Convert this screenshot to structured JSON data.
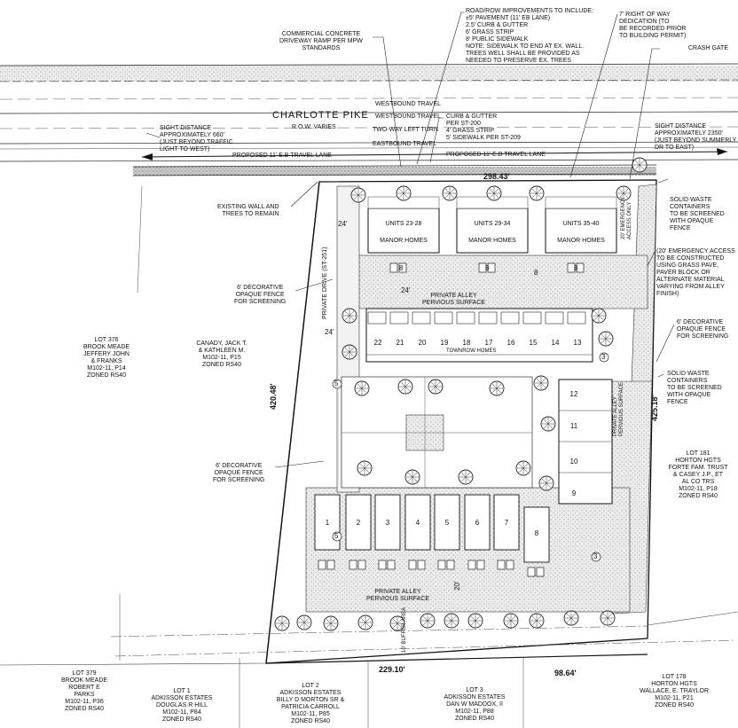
{
  "road": {
    "name": "CHARLOTTE PIKE",
    "row": "R.O.W. VARIES",
    "lanes": [
      "WESTBOUND TRAVEL",
      "WESTBOUND TRAVEL",
      "TWO-WAY LEFT TURN",
      "EASTBOUND TRAVEL"
    ],
    "proposed_lane_left": "PROPOSED 11' E.B TRAVEL LANE",
    "proposed_lane_right": "PROPOSED 11' E.B TRAVEL LANE"
  },
  "notes": {
    "driveway": [
      "COMMERCIAL CONCRETE",
      "DRIVEWAY RAMP PER MPW",
      "STANDARDS"
    ],
    "road_improvements": [
      "ROAD/ROW IMPROVEMENTS TO INCLUDE:",
      "±5' PAVEMENT (11' EB LANE)",
      "2.5' CURB & GUTTER",
      "6' GRASS STRIP",
      "8' PUBLIC SIDEWALK",
      "NOTE: SIDEWALK TO END AT EX. WALL.",
      "TREES WELL SHALL BE PROVIDED AS",
      "NEEDED TO PRESERVE EX. TREES"
    ],
    "row_dedication": [
      "7' RIGHT OF WAY",
      "DEDICATION (TO",
      "BE RECORDED PRIOR",
      "TO BUILDING PERMIT)"
    ],
    "crash_gate": "CRASH GATE",
    "curb": [
      "CURB & GUTTER",
      "PER ST-200",
      "4' GRASS STRIP",
      "5' SIDEWALK PER ST-209"
    ],
    "sight_left": [
      "SIGHT DISTANCE",
      "APPROXIMATELY 660'",
      "(JUST BEYOND TRAFFIC",
      "LIGHT TO WEST)"
    ],
    "sight_right": [
      "SIGHT DISTANCE",
      "APPROXIMATELY 2350'",
      "(JUST BEYOND SUMMERLY",
      "DR TO EAST)"
    ],
    "existing_wall": [
      "EXISTING WALL AND",
      "TREES TO REMAIN"
    ],
    "fence_left_top": [
      "6' DECORATIVE",
      "OPAQUE FENCE",
      "FOR SCREENING"
    ],
    "fence_left_bottom": [
      "6' DECORATIVE",
      "OPAQUE FENCE",
      "FOR SCREENING"
    ],
    "waste_top": [
      "SOLID WASTE",
      "CONTAINERS",
      "TO BE SCREENED",
      "WITH OPAQUE",
      "FENCE"
    ],
    "emergency_access": [
      "(20' EMERGENCY ACCESS",
      "TO BE CONSTRUCTED",
      "USING GRASS PAVE,",
      "PAVER BLOCK OR",
      "ALTERNATE MATERIAL",
      "VARYING FROM ALLEY",
      "FINISH)"
    ],
    "fence_right": [
      "6' DECORATIVE",
      "OPAQUE FENCE",
      "FOR SCREENING"
    ],
    "waste_bottom": [
      "SOLID WASTE",
      "CONTAINERS",
      "TO BE SCREENED",
      "WITH OPAQUE",
      "FENCE"
    ],
    "emergency_vertical": [
      "20' EMERGENCY",
      "ACCESS ONLY"
    ],
    "private_drive": "PRIVATE DRIVE (ST-251)",
    "alley_top": [
      "PRIVATE ALLEY",
      "PERVIOUS SURFACE"
    ],
    "alley_bottom": [
      "PRIVATE ALLEY",
      "PERVIOUS SURFACE"
    ],
    "alley_right": [
      "PRIVATE ALLEY",
      "PERVIOUS SURFACE"
    ],
    "buffer": "10' BUFFER AREA",
    "townrow": "TOWNROW HOMES"
  },
  "dimensions": {
    "top": "298.43'",
    "left": "420.48'",
    "right": "425.18'",
    "bottom_left": "229.10'",
    "bottom_right": "98.64'",
    "d24a": "24'",
    "d24b": "24'",
    "d24c": "24'",
    "d20": "20'",
    "d5a": "5",
    "d5b": "5",
    "d3": "3",
    "d3b": "3"
  },
  "manor_homes": [
    {
      "units": "UNITS 23-28",
      "type": "MANOR HOMES"
    },
    {
      "units": "UNITS 29-34",
      "type": "MANOR HOMES"
    },
    {
      "units": "UNITS 35-40",
      "type": "MANOR HOMES"
    }
  ],
  "townhomes_top": [
    "22",
    "21",
    "20",
    "19",
    "18",
    "17",
    "16",
    "15",
    "14",
    "13"
  ],
  "townhomes_right": [
    "12",
    "11",
    "10",
    "9"
  ],
  "townhomes_bottom": [
    "1",
    "2",
    "3",
    "4",
    "5",
    "6",
    "7",
    "8"
  ],
  "parking_labels": [
    "8",
    "8",
    "8",
    "8"
  ],
  "lots": {
    "lot376": [
      "LOT 376",
      "BROOK MEADE",
      "JEFFERY JOHN",
      "& FRANKS",
      "M102-11, P14",
      "ZONED RS40"
    ],
    "canady": [
      "CANADY, JACK T.",
      "& KATHLEEN M.",
      "M102-11, P15",
      "ZONED RS40"
    ],
    "lot181": [
      "LOT 181",
      "HORTON HGTS",
      "FORTE FAM. TRUST",
      "& CASEY J.P., ET",
      "AL CO TRS",
      "M102-11, P18",
      "ZONED RS40"
    ],
    "lot379": [
      "LOT 379",
      "BROOK MEADE",
      "ROBERT E",
      "PARKS",
      "M102-11, P36",
      "ZONED RS40"
    ],
    "lot1": [
      "LOT 1",
      "ADKISSON ESTATES",
      "DOUGLAS R HILL",
      "M102-11, P84",
      "ZONED RS40"
    ],
    "lot2": [
      "LOT 2",
      "ADKISSON ESTATES",
      "BILLY D MORTON SR &",
      "PATRICIA CARROLL",
      "M102-11, P85",
      "ZONED RS40"
    ],
    "lot3": [
      "LOT 3",
      "ADKISSON ESTATES",
      "DAN W MADDOX, II",
      "M102-11, P88",
      "ZONED RS40"
    ],
    "lot178": [
      "LOT 178",
      "HORTON HGTS",
      "WALLACE, E. TRAYLOR",
      "M102-11, P21",
      "ZONED RS40"
    ]
  }
}
